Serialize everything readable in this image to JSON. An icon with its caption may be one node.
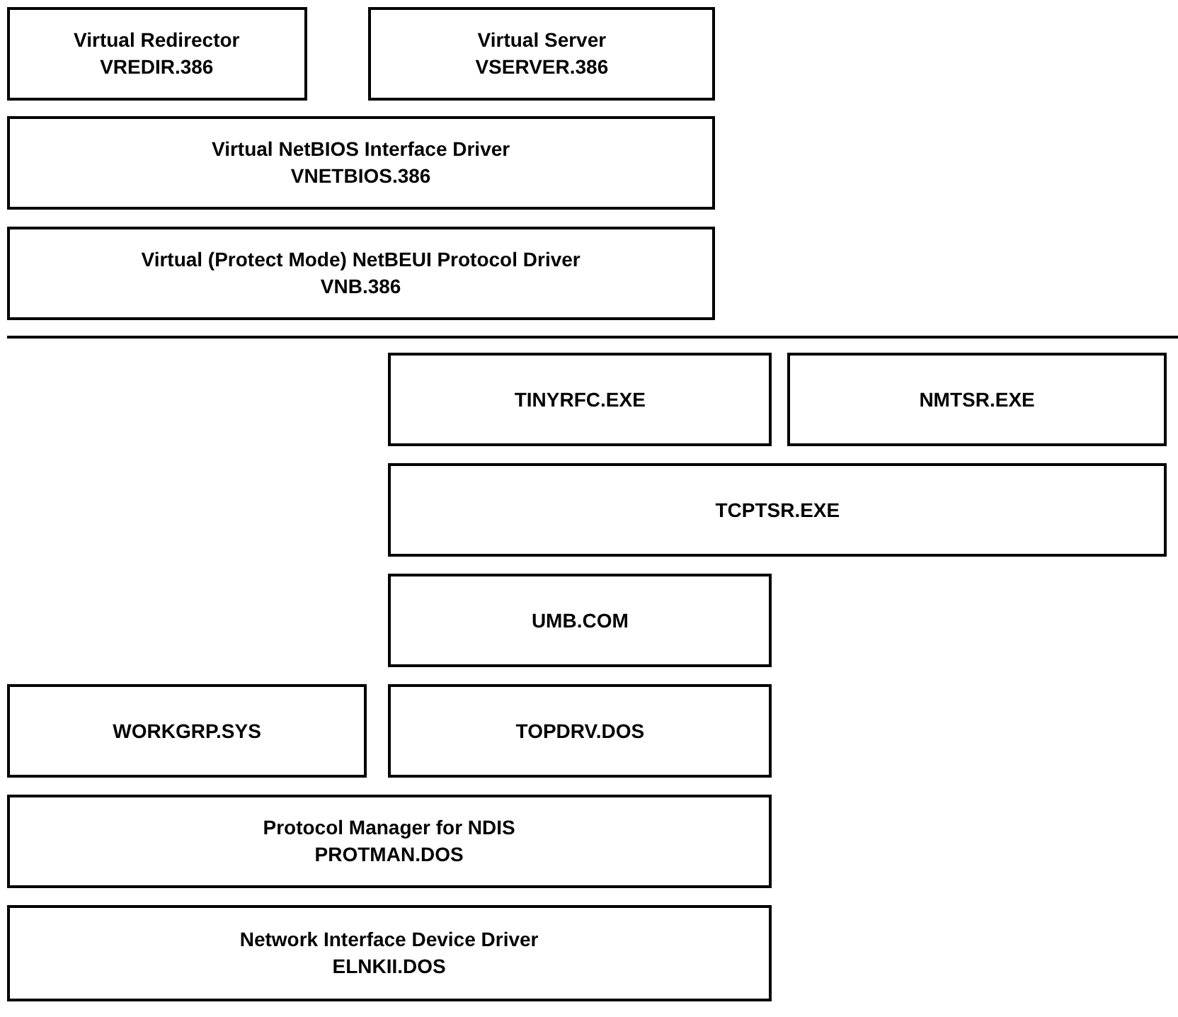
{
  "diagram": {
    "nodes": [
      {
        "text": [
          "Virtual Redirector",
          "VREDIR.386"
        ]
      },
      {
        "text": [
          "Virtual Server",
          "VSERVER.386"
        ]
      },
      {
        "text": [
          "Virtual NetBIOS Interface Driver",
          "VNETBIOS.386"
        ]
      },
      {
        "text": [
          "Virtual (Protect Mode) NetBEUI Protocol Driver",
          "VNB.386"
        ]
      },
      {
        "text": [
          "TINYRFC.EXE"
        ]
      },
      {
        "text": [
          "NMTSR.EXE"
        ]
      },
      {
        "text": [
          "TCPTSR.EXE"
        ]
      },
      {
        "text": [
          "UMB.COM"
        ]
      },
      {
        "text": [
          "WORKGRP.SYS"
        ]
      },
      {
        "text": [
          "TOPDRV.DOS"
        ]
      },
      {
        "text": [
          "Protocol Manager for NDIS",
          "PROTMAN.DOS"
        ]
      },
      {
        "text": [
          "Network Interface Device Driver",
          "ELNKII.DOS"
        ]
      }
    ]
  }
}
